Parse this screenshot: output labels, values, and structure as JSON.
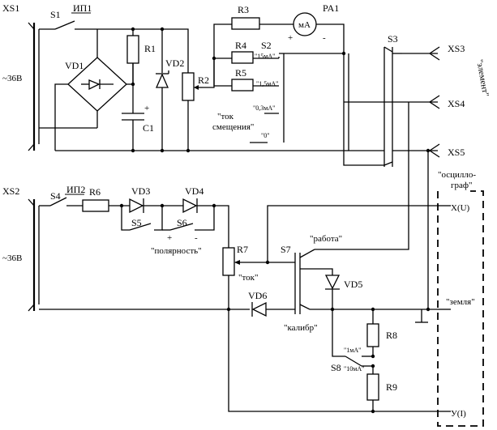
{
  "schematic": {
    "connectors": {
      "xs1": "XS1",
      "xs2": "XS2",
      "xs3": "XS3",
      "xs4": "XS4",
      "xs5": "XS5"
    },
    "voltage": {
      "top": "~36В",
      "bottom": "~36В"
    },
    "switches": {
      "s1": "S1",
      "s2": "S2",
      "s3": "S3",
      "s4": "S4",
      "s5": "S5",
      "s6": "S6",
      "s7": "S7",
      "s8": "S8"
    },
    "power_units": {
      "ip1": "ИП1",
      "ip2": "ИП2"
    },
    "diodes": {
      "vd1": "VD1",
      "vd2": "VD2",
      "vd3": "VD3",
      "vd4": "VD4",
      "vd5": "VD5",
      "vd6": "VD6"
    },
    "resistors": {
      "r1": "R1",
      "r2": "R2",
      "r3": "R3",
      "r4": "R4",
      "r5": "R5",
      "r6": "R6",
      "r7": "R7",
      "r8": "R8",
      "r9": "R9"
    },
    "capacitor": {
      "c1": "C1",
      "plus": "+"
    },
    "meter": {
      "name": "PA1",
      "unit": "мА",
      "plus": "+",
      "minus": "-"
    },
    "s2_positions": {
      "p15": "\"15мА\"",
      "p1_5": "\"1,5мА\"",
      "p0_3": "\"0,3мА\"",
      "p0": "\"0\""
    },
    "bias_current_label": {
      "line1": "\"ток",
      "line2": "смещения\""
    },
    "element_label": "\"элемент\"",
    "polarity": {
      "plus": "+",
      "minus": "-",
      "label": "\"полярность\""
    },
    "s7_labels": {
      "work": "\"работа\"",
      "current": "\"ток\"",
      "calibration": "\"калибр\""
    },
    "s8_labels": {
      "p1": "\"1мА\"",
      "p10": "\"10мА\""
    },
    "oscilloscope": {
      "title_line1": "\"осцилло-",
      "title_line2": "граф\"",
      "x_input": "X(U)",
      "ground": "\"земля\"",
      "y_input": "У(I)"
    }
  }
}
